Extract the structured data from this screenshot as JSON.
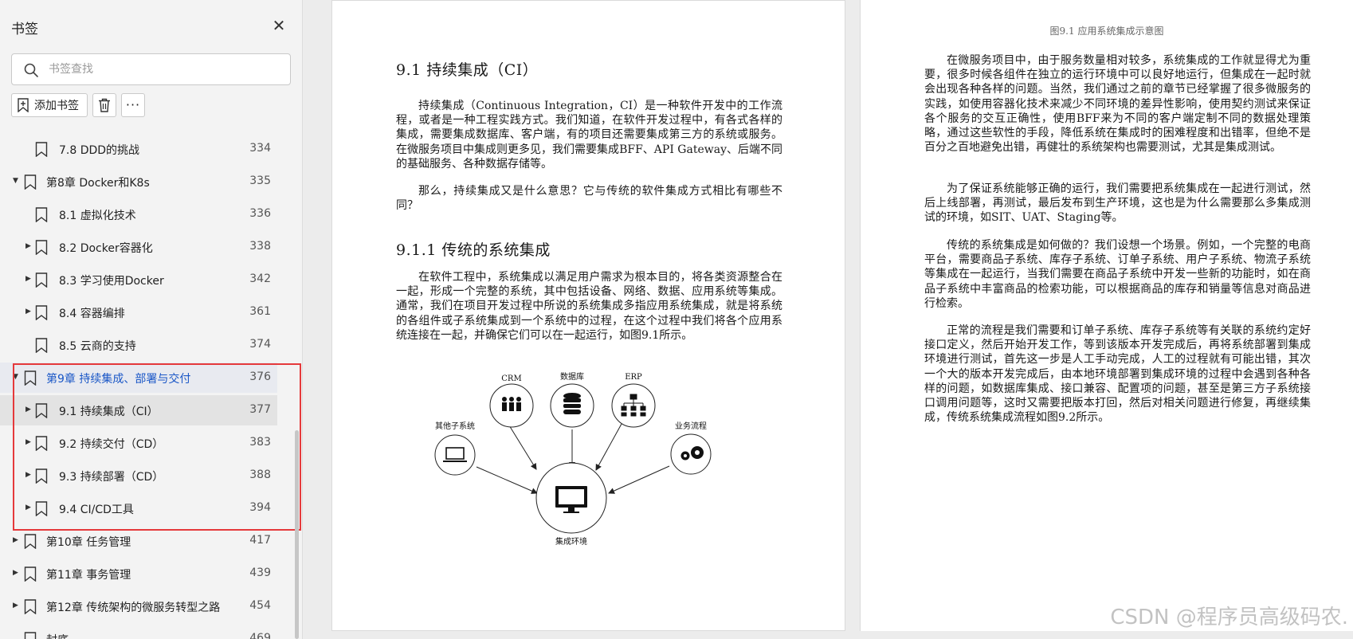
{
  "sidebar": {
    "title": "书签",
    "close_icon": "close-icon",
    "search": {
      "placeholder": "书签查找",
      "value": ""
    },
    "toolbar": {
      "add_label": "添加书签"
    },
    "items": [
      {
        "label": "7.8 DDD的挑战",
        "page": "334",
        "level": 2,
        "expandable": false,
        "expanded": false,
        "state": ""
      },
      {
        "label": "第8章 Docker和K8s",
        "page": "335",
        "level": 1,
        "expandable": true,
        "expanded": true,
        "state": ""
      },
      {
        "label": "8.1 虚拟化技术",
        "page": "336",
        "level": 2,
        "expandable": false,
        "expanded": false,
        "state": ""
      },
      {
        "label": "8.2 Docker容器化",
        "page": "338",
        "level": 2,
        "expandable": true,
        "expanded": false,
        "state": ""
      },
      {
        "label": "8.3 学习使用Docker",
        "page": "342",
        "level": 2,
        "expandable": true,
        "expanded": false,
        "state": ""
      },
      {
        "label": "8.4 容器编排",
        "page": "361",
        "level": 2,
        "expandable": true,
        "expanded": false,
        "state": ""
      },
      {
        "label": "8.5 云商的支持",
        "page": "374",
        "level": 2,
        "expandable": false,
        "expanded": false,
        "state": ""
      },
      {
        "label": "第9章 持续集成、部署与交付",
        "page": "376",
        "level": 1,
        "expandable": true,
        "expanded": true,
        "state": "active"
      },
      {
        "label": "9.1 持续集成（CI）",
        "page": "377",
        "level": 2,
        "expandable": true,
        "expanded": false,
        "state": "selected"
      },
      {
        "label": "9.2 持续交付（CD）",
        "page": "383",
        "level": 2,
        "expandable": true,
        "expanded": false,
        "state": ""
      },
      {
        "label": "9.3 持续部署（CD）",
        "page": "388",
        "level": 2,
        "expandable": true,
        "expanded": false,
        "state": ""
      },
      {
        "label": "9.4 CI/CD工具",
        "page": "394",
        "level": 2,
        "expandable": true,
        "expanded": false,
        "state": ""
      },
      {
        "label": "第10章 任务管理",
        "page": "417",
        "level": 1,
        "expandable": true,
        "expanded": false,
        "state": ""
      },
      {
        "label": "第11章 事务管理",
        "page": "439",
        "level": 1,
        "expandable": true,
        "expanded": false,
        "state": ""
      },
      {
        "label": "第12章 传统架构的微服务转型之路",
        "page": "454",
        "level": 1,
        "expandable": true,
        "expanded": false,
        "state": ""
      },
      {
        "label": "封底",
        "page": "469",
        "level": 1,
        "expandable": false,
        "expanded": false,
        "state": ""
      }
    ]
  },
  "colors": {
    "highlight_border": "#e5393b",
    "active_text": "#1a57c7"
  },
  "page_left": {
    "heading_1": "9.1   持续集成（CI）",
    "para_1": "持续集成（Continuous Integration，CI）是一种软件开发中的工作流程，或者是一种工程实践方式。我们知道，在软件开发过程中，有各式各样的集成，需要集成数据库、客户端，有的项目还需要集成第三方的系统或服务。在微服务项目中集成则更多见，我们需要集成BFF、API Gateway、后端不同的基础服务、各种数据存储等。",
    "para_2": "那么，持续集成又是什么意思？它与传统的软件集成方式相比有哪些不同？",
    "heading_2": "9.1.1   传统的系统集成",
    "para_3": "在软件工程中，系统集成以满足用户需求为根本目的，将各类资源整合在一起，形成一个完整的系统，其中包括设备、网络、数据、应用系统等集成。通常，我们在项目开发过程中所说的系统集成多指应用系统集成，就是将系统的各组件或子系统集成到一个系统中的过程，在这个过程中我们将各个应用系统连接在一起，并确保它们可以在一起运行，如图9.1所示。",
    "diagram": {
      "nodes": {
        "crm": "CRM",
        "db": "数据库",
        "erp": "ERP",
        "other": "其他子系统",
        "workflow": "业务流程",
        "center": "集成环境"
      },
      "icons": [
        "people-icon",
        "database-icon",
        "org-chart-icon",
        "laptop-icon",
        "gears-icon",
        "monitor-icon"
      ]
    }
  },
  "page_right": {
    "caption": "图9.1   应用系统集成示意图",
    "para_1": "在微服务项目中，由于服务数量相对较多，系统集成的工作就显得尤为重要，很多时候各组件在独立的运行环境中可以良好地运行，但集成在一起时就会出现各种各样的问题。当然，我们通过之前的章节已经掌握了很多微服务的实践，如使用容器化技术来减少不同环境的差异性影响，使用契约测试来保证各个服务的交互正确性，使用BFF来为不同的客户端定制不同的数据处理策略，通过这些软性的手段，降低系统在集成时的困难程度和出错率，但绝不是百分之百地避免出错，再健壮的系统架构也需要测试，尤其是集成测试。",
    "para_2": "为了保证系统能够正确的运行，我们需要把系统集成在一起进行测试，然后上线部署，再测试，最后发布到生产环境，这也是为什么需要那么多集成测试的环境，如SIT、UAT、Staging等。",
    "para_3": "传统的系统集成是如何做的？我们设想一个场景。例如，一个完整的电商平台，需要商品子系统、库存子系统、订单子系统、用户子系统、物流子系统等集成在一起运行，当我们需要在商品子系统中开发一些新的功能时，如在商品子系统中丰富商品的检索功能，可以根据商品的库存和销量等信息对商品进行检索。",
    "para_4": "正常的流程是我们需要和订单子系统、库存子系统等有关联的系统约定好接口定义，然后开始开发工作，等到该版本开发完成后，再将系统部署到集成环境进行测试，首先这一步是人工手动完成，人工的过程就有可能出错，其次一个大的版本开发完成后，由本地环境部署到集成环境的过程中会遇到各种各样的问题，如数据库集成、接口兼容、配置项的问题，甚至是第三方子系统接口调用问题等，这时又需要把版本打回，然后对相关问题进行修复，再继续集成，传统系统集成流程如图9.2所示。"
  },
  "watermark": "CSDN @程序员高级码农."
}
